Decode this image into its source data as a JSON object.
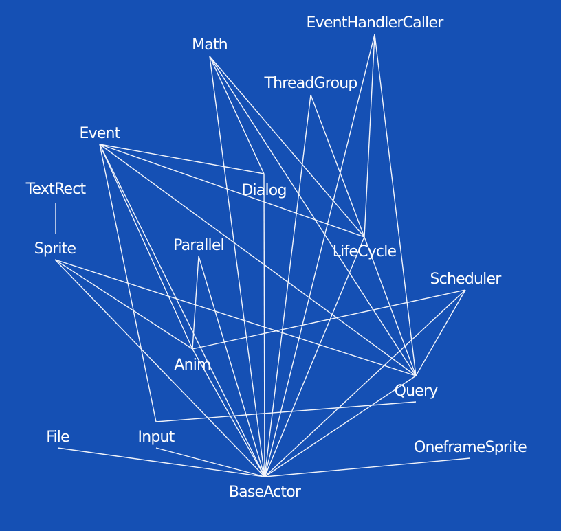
{
  "diagram": {
    "background": "#1550b4",
    "line_color": "#f2f4fa",
    "text_color": "#ffffff",
    "nodes": [
      {
        "id": "EventHandlerCaller",
        "label": "EventHandlerCaller"
      },
      {
        "id": "Math",
        "label": "Math"
      },
      {
        "id": "ThreadGroup",
        "label": "ThreadGroup"
      },
      {
        "id": "Event",
        "label": "Event"
      },
      {
        "id": "TextRect",
        "label": "TextRect"
      },
      {
        "id": "Dialog",
        "label": "Dialog"
      },
      {
        "id": "Sprite",
        "label": "Sprite"
      },
      {
        "id": "Parallel",
        "label": "Parallel"
      },
      {
        "id": "LifeCycle",
        "label": "LifeCycle"
      },
      {
        "id": "Scheduler",
        "label": "Scheduler"
      },
      {
        "id": "Anim",
        "label": "Anim"
      },
      {
        "id": "Query",
        "label": "Query"
      },
      {
        "id": "File",
        "label": "File"
      },
      {
        "id": "Input",
        "label": "Input"
      },
      {
        "id": "OneframeSprite",
        "label": "OneframeSprite"
      },
      {
        "id": "BaseActor",
        "label": "BaseActor"
      }
    ],
    "edges": [
      [
        "TextRect",
        "Sprite"
      ],
      [
        "Math",
        "Dialog"
      ],
      [
        "Math",
        "LifeCycle"
      ],
      [
        "Math",
        "Query"
      ],
      [
        "Math",
        "BaseActor"
      ],
      [
        "EventHandlerCaller",
        "LifeCycle"
      ],
      [
        "EventHandlerCaller",
        "Query"
      ],
      [
        "EventHandlerCaller",
        "BaseActor"
      ],
      [
        "ThreadGroup",
        "LifeCycle"
      ],
      [
        "ThreadGroup",
        "BaseActor"
      ],
      [
        "Event",
        "Dialog"
      ],
      [
        "Event",
        "LifeCycle"
      ],
      [
        "Event",
        "Query"
      ],
      [
        "Event",
        "Anim"
      ],
      [
        "Event",
        "Input"
      ],
      [
        "Event",
        "BaseActor"
      ],
      [
        "Sprite",
        "Query"
      ],
      [
        "Sprite",
        "Anim"
      ],
      [
        "Sprite",
        "BaseActor"
      ],
      [
        "Parallel",
        "Anim"
      ],
      [
        "Parallel",
        "BaseActor"
      ],
      [
        "Scheduler",
        "Anim"
      ],
      [
        "Scheduler",
        "Query"
      ],
      [
        "Scheduler",
        "BaseActor"
      ],
      [
        "Dialog",
        "BaseActor"
      ],
      [
        "LifeCycle",
        "Query"
      ],
      [
        "LifeCycle",
        "BaseActor"
      ],
      [
        "Anim",
        "BaseActor"
      ],
      [
        "Query",
        "Input"
      ],
      [
        "Query",
        "BaseActor"
      ],
      [
        "File",
        "BaseActor"
      ],
      [
        "Input",
        "BaseActor"
      ],
      [
        "OneframeSprite",
        "BaseActor"
      ]
    ]
  }
}
